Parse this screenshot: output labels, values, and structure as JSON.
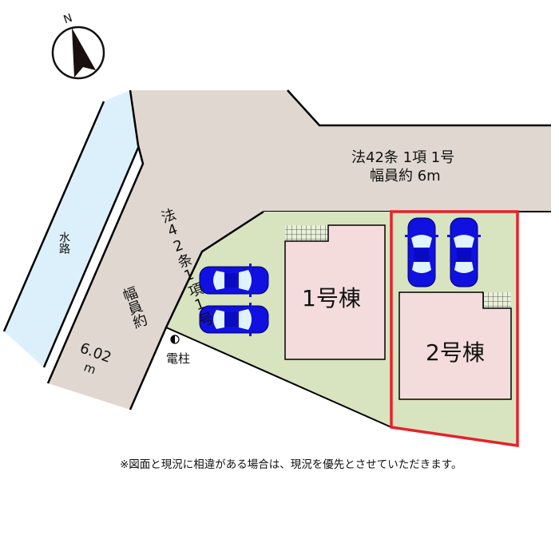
{
  "compass": {
    "label": "N"
  },
  "water": {
    "label": "水路"
  },
  "north_road": {
    "line1": "法42条 1項 1号",
    "line2": "幅員約 6m"
  },
  "west_road": {
    "line1": "法42条1項1号",
    "line2": "幅員約",
    "line3": "6.02",
    "line4": "m"
  },
  "utility_pole": {
    "label": "電柱"
  },
  "buildings": [
    {
      "label": "1号棟"
    },
    {
      "label": "2号棟"
    }
  ],
  "note": "※図面と現況に相違がある場合は、現況を優先とさせていただきます。",
  "colors": {
    "road": "#e0d8d0",
    "water": "#dcf0fc",
    "lot": "#d8e4c0",
    "building": "#f4dcdc",
    "highlight": "#e8202a",
    "car": "#1010e0"
  }
}
